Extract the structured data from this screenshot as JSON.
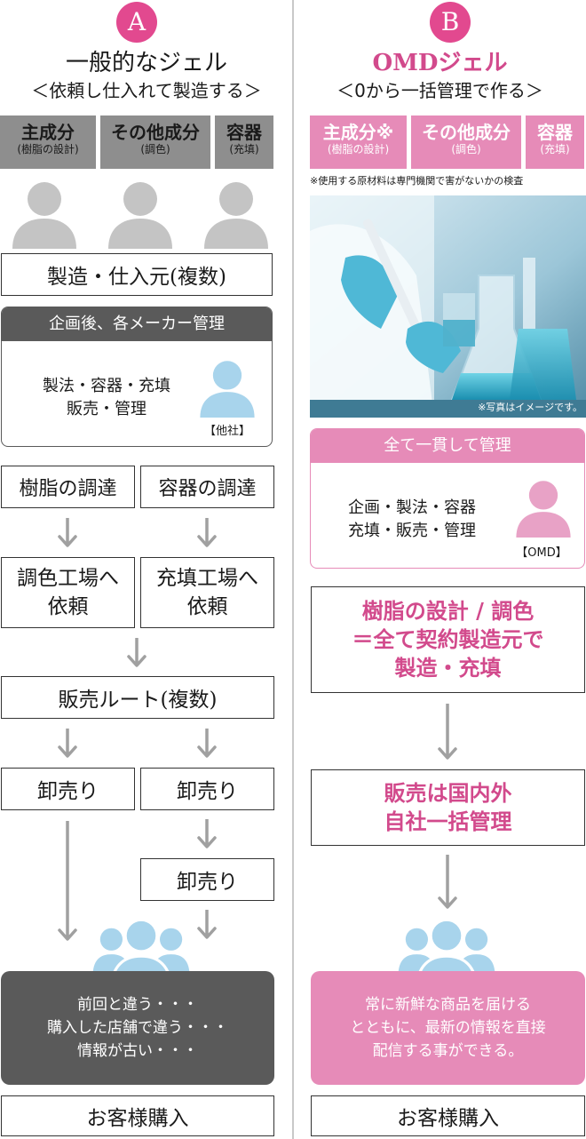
{
  "left": {
    "badge": "A",
    "title": "一般的なジェル",
    "subtitle": "＜依頼し仕入れて製造する＞",
    "categories": [
      {
        "main": "主成分",
        "sub": "(樹脂の設計)"
      },
      {
        "main": "その他成分",
        "sub": "(調色)"
      },
      {
        "main": "容器",
        "sub": "(充填)"
      }
    ],
    "supplier": "製造・仕入元(複数)",
    "panel": {
      "header": "企画後、各メーカー管理",
      "line1": "製法・容器・充填",
      "line2": "販売・管理",
      "person_label": "【他社】"
    },
    "procure_resin": "樹脂の調達",
    "procure_container": "容器の調達",
    "order_color_1": "調色工場へ",
    "order_color_2": "依頼",
    "order_fill_1": "充填工場へ",
    "order_fill_2": "依頼",
    "sales_route": "販売ルート(複数)",
    "wholesale_a": "卸売り",
    "wholesale_b": "卸売り",
    "wholesale_c": "卸売り",
    "bottom": {
      "line1": "前回と違う・・・",
      "line2": "購入した店舗で違う・・・",
      "line3": "情報が古い・・・"
    },
    "purchase": "お客様購入"
  },
  "right": {
    "badge": "B",
    "title": "OMDジェル",
    "subtitle": "＜0から一括管理で作る＞",
    "categories": [
      {
        "main": "主成分※",
        "sub": "(樹脂の設計)"
      },
      {
        "main": "その他成分",
        "sub": "(調色)"
      },
      {
        "main": "容器",
        "sub": "(充填)"
      }
    ],
    "note": "※使用する原材料は専門機関で害がないかの検査",
    "photo_caption": "※写真はイメージです。",
    "panel": {
      "header": "全て一貫して管理",
      "line1": "企画・製法・容器",
      "line2": "充填・販売・管理",
      "person_label": "【OMD】"
    },
    "manufacture_1": "樹脂の設計 / 調色",
    "manufacture_2": "＝全て契約製造元で",
    "manufacture_3": "製造・充填",
    "sales_1": "販売は国内外",
    "sales_2": "自社一括管理",
    "bottom": {
      "line1": "常に新鮮な商品を届ける",
      "line2": "とともに、最新の情報を直接",
      "line3": "配信する事ができる。"
    },
    "purchase": "お客様購入"
  },
  "colors": {
    "pink": "#e68bb8",
    "pink_text": "#d24a8c",
    "gray_dark": "#5a5a5a",
    "gray_cat": "#8e8e8e",
    "person_gray": "#c4c4c4",
    "person_blue": "#a8d4ec",
    "person_pink": "#e8a2c6",
    "arrow_gray": "#a0a0a0"
  },
  "icons": [
    "person-icon",
    "group-icon",
    "arrow-down-icon",
    "lab-photo"
  ]
}
